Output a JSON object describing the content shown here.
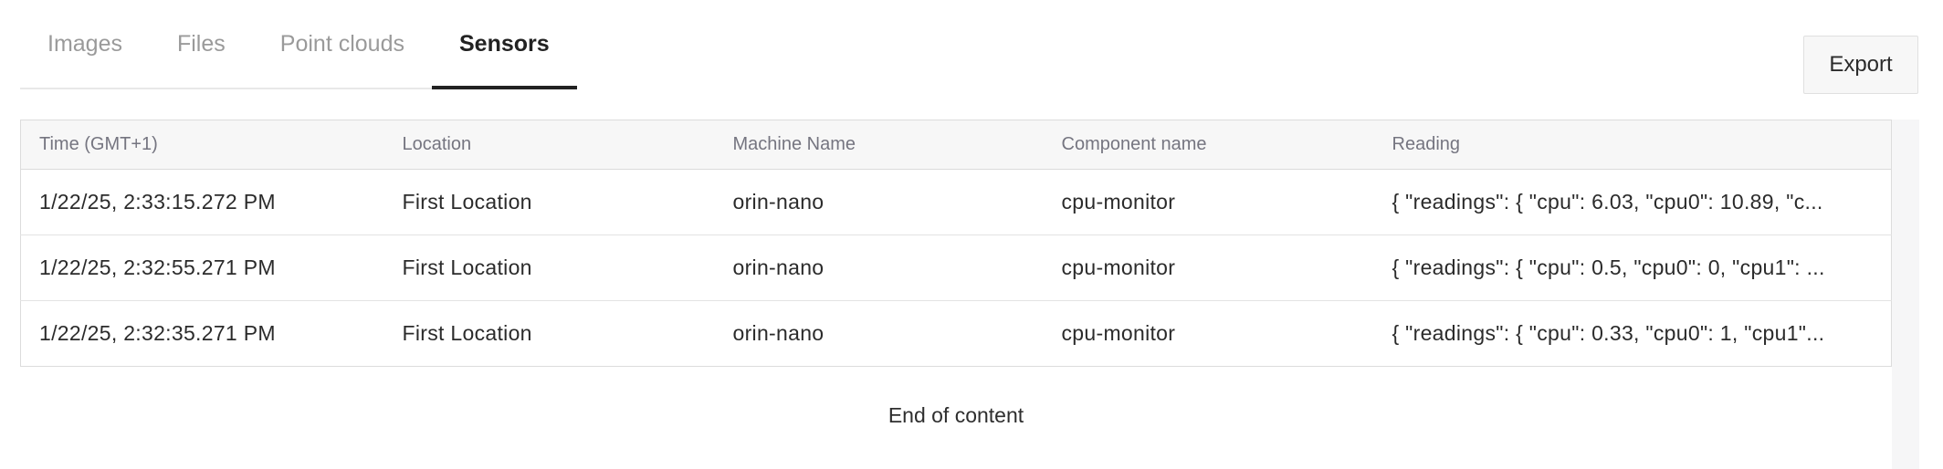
{
  "tabs": [
    {
      "label": "Images",
      "active": false
    },
    {
      "label": "Files",
      "active": false
    },
    {
      "label": "Point clouds",
      "active": false
    },
    {
      "label": "Sensors",
      "active": true
    }
  ],
  "toolbar": {
    "export_label": "Export"
  },
  "table": {
    "columns": [
      "Time (GMT+1)",
      "Location",
      "Machine Name",
      "Component name",
      "Reading"
    ],
    "rows": [
      {
        "time": "1/22/25, 2:33:15.272 PM",
        "location": "First Location",
        "machine": "orin-nano",
        "component": "cpu-monitor",
        "reading": "{ \"readings\": { \"cpu\": 6.03, \"cpu0\": 10.89, \"c..."
      },
      {
        "time": "1/22/25, 2:32:55.271 PM",
        "location": "First Location",
        "machine": "orin-nano",
        "component": "cpu-monitor",
        "reading": "{ \"readings\": { \"cpu\": 0.5, \"cpu0\": 0, \"cpu1\": ..."
      },
      {
        "time": "1/22/25, 2:32:35.271 PM",
        "location": "First Location",
        "machine": "orin-nano",
        "component": "cpu-monitor",
        "reading": "{ \"readings\": { \"cpu\": 0.33, \"cpu0\": 1, \"cpu1\"..."
      }
    ]
  },
  "footer": {
    "end_label": "End of content"
  },
  "colors": {
    "active_tab": "#222222",
    "inactive_tab": "#9a9a9a",
    "table_border": "#dcdcdc",
    "header_bg": "#f7f7f7",
    "header_text": "#757580",
    "cell_text": "#2b2b2b",
    "button_bg": "#f7f7f7",
    "gutter_bg": "#f6f6f7"
  }
}
